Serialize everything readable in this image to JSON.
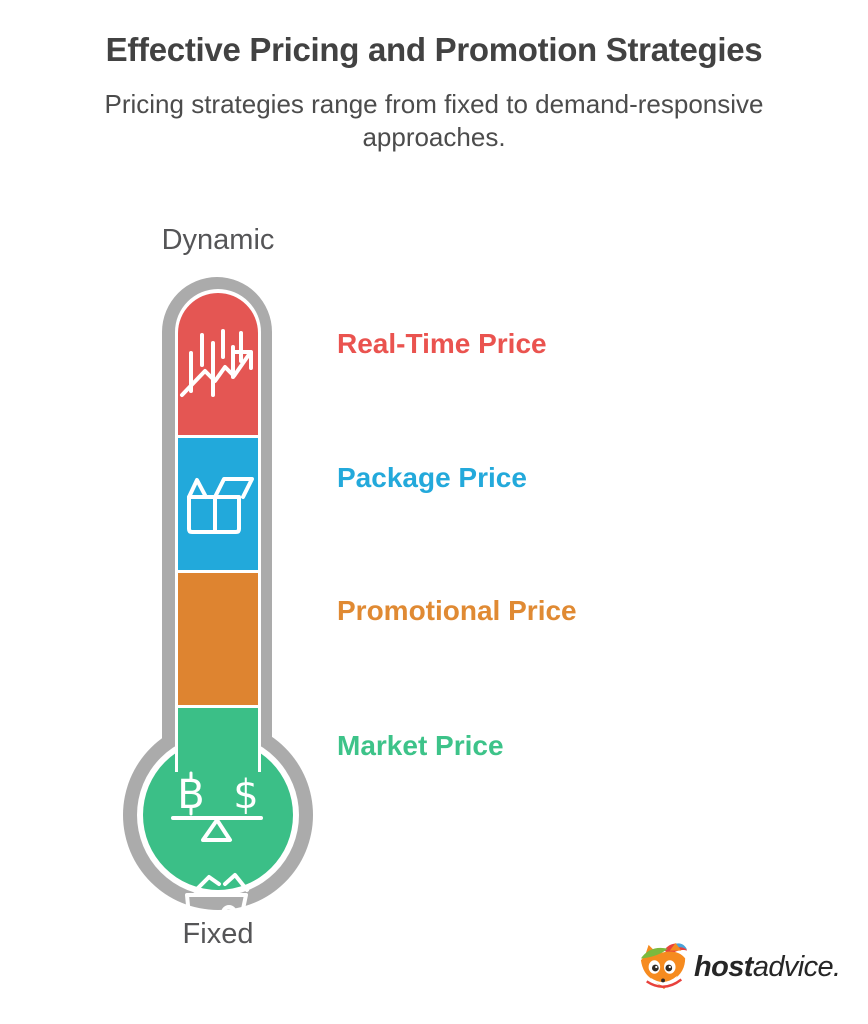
{
  "header": {
    "title": "Effective Pricing and Promotion Strategies",
    "subtitle": "Pricing strategies range from fixed to demand-responsive approaches."
  },
  "thermometer": {
    "top_label": "Dynamic",
    "bottom_label": "Fixed",
    "tube_color": "#ABABAB",
    "icon_stroke": "#FFFFFF",
    "segments": [
      {
        "label": "Real-Time Price",
        "color": "#E45653",
        "label_color": "#EA534F",
        "icon": "stock-chart-icon"
      },
      {
        "label": "Package Price",
        "color": "#22A9DB",
        "label_color": "#23A9DB",
        "icon": "open-box-icon"
      },
      {
        "label": "Promotional Price",
        "color": "#DE8430",
        "label_color": "#E08A33",
        "icon": "shopping-basket-icon"
      },
      {
        "label": "Market Price",
        "color": "#3BBF87",
        "label_color": "#3DC389",
        "icon": "balance-scale-icon"
      }
    ],
    "balance_icon": {
      "left_symbol": "B",
      "right_symbol": "$"
    }
  },
  "logo": {
    "brand_bold": "host",
    "brand_regular": "advice.",
    "fox_orange": "#F68B1F",
    "fox_green": "#7CB93E",
    "fox_red": "#E8413C",
    "fox_dark": "#2F2A26"
  }
}
